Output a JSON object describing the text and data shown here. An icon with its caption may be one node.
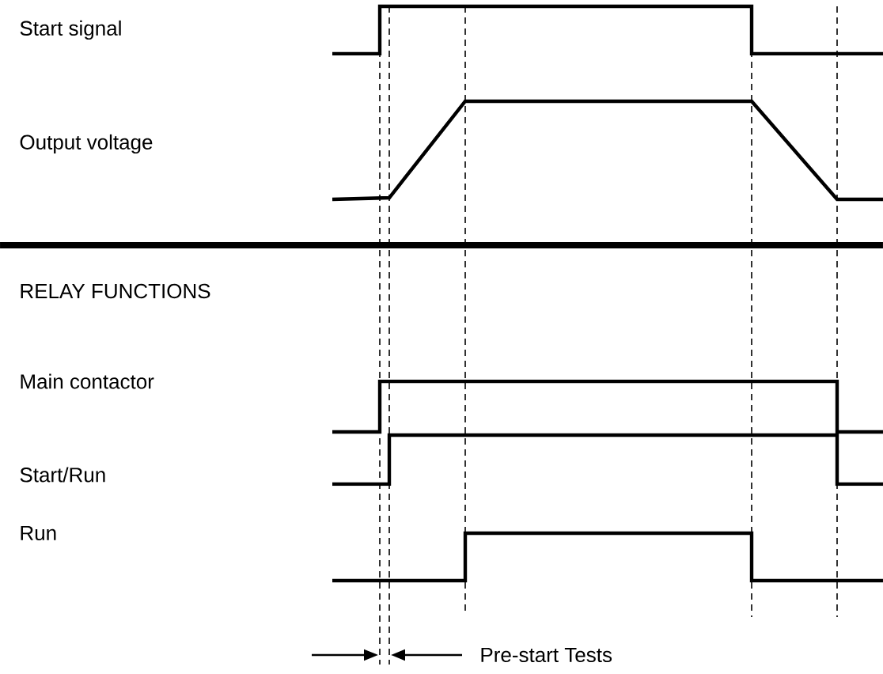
{
  "diagram": {
    "labels": [
      "Start signal",
      "Output voltage",
      "RELAY FUNCTIONS",
      "Main contactor",
      "Start/Run",
      "Run",
      "Pre-start Tests"
    ]
  }
}
